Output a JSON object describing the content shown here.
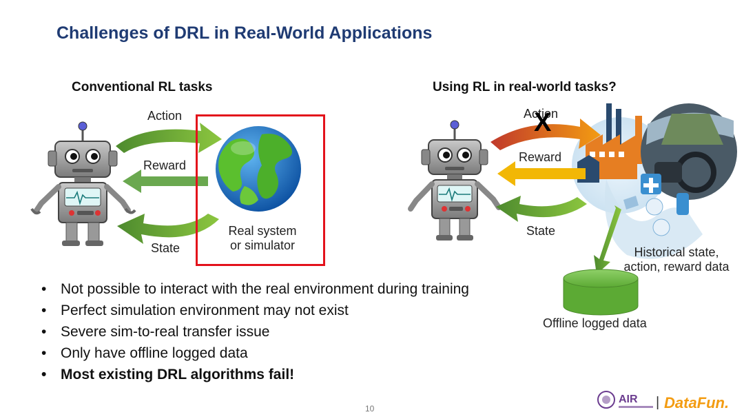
{
  "slide": {
    "title": "Challenges of DRL in Real-World Applications",
    "page_number": "10"
  },
  "left_panel": {
    "heading": "Conventional RL tasks",
    "action_label": "Action",
    "reward_label": "Reward",
    "state_label": "State",
    "env_label_line1": "Real system",
    "env_label_line2": "or simulator"
  },
  "right_panel": {
    "heading": "Using RL in real-world tasks?",
    "action_label": "Action",
    "blocked_mark": "X",
    "reward_label": "Reward",
    "state_label": "State",
    "history_line1": "Historical state,",
    "history_line2": "action, reward data",
    "offline_label": "Offline logged data"
  },
  "bullets": [
    {
      "text": "Not possible to interact with the real environment during training",
      "bold": false
    },
    {
      "text": "Perfect simulation environment may not exist",
      "bold": false
    },
    {
      "text": "Severe sim-to-real transfer issue",
      "bold": false
    },
    {
      "text": "Only have offline logged data",
      "bold": false
    },
    {
      "text": "Most existing DRL algorithms fail!",
      "bold": true
    }
  ],
  "bullet_glyph": "•",
  "logos": {
    "air_text": "AIR",
    "separator": "|",
    "datafun_text": "DataFun."
  },
  "colors": {
    "title": "#1f3b73",
    "arrow_green": "#6aa84f",
    "arrow_orange": "#e67e22",
    "arrow_yellow": "#f2b705",
    "red_box": "#e3121b",
    "database": "#6fbf4a",
    "datafun_orange": "#f39c12"
  }
}
